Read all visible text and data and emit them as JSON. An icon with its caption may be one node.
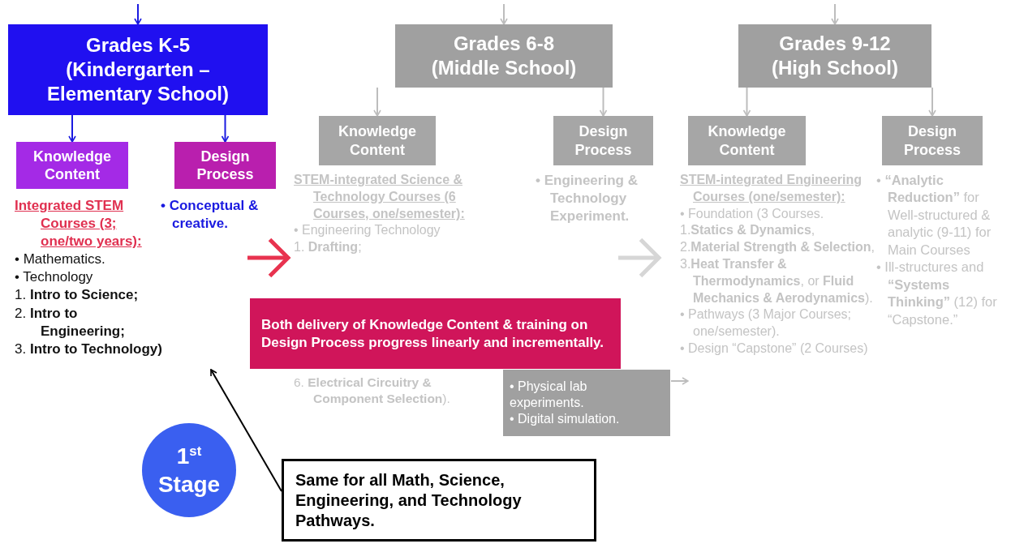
{
  "diagram": {
    "nodes": [
      {
        "text": [
          "Grades K-5 (Kindergarten – Elementary School)"
        ]
      },
      {
        "text": [
          "Grades 6-8 (Middle School)"
        ]
      },
      {
        "text": [
          "Grades 9-12 (High School)"
        ]
      },
      {
        "text": [
          "Knowledge Content"
        ],
        "beside": [
          "Integrated STEM Courses (3; one/two years):",
          "• Mathematics.",
          "• Technology",
          "1. **Intro to Science;**",
          "2. **Intro to Engineering;**",
          "3. **Intro to Technology)**"
        ]
      },
      {
        "text": [
          "Design Process"
        ],
        "beside": [
          "• Conceptual & creative."
        ]
      },
      {
        "text": [
          "Knowledge Content"
        ],
        "beside": [
          "STEM-integrated Science & Technology Courses (6 Courses, one/semester):",
          "• Engineering Technology",
          "1. **Drafting**;"
        ]
      },
      {
        "text": [
          "Design Process"
        ],
        "beside": [
          "• Engineering & Technology Experiment."
        ]
      },
      {
        "text": [
          "Knowledge Content"
        ],
        "beside": [
          "STEM-integrated Engineering Courses (one/semester):",
          "• Foundation (3 Courses.",
          "1.**Statics & Dynamics**,",
          "2.**Material Strength & Selection**,",
          "3.**Heat Transfer & Thermodynamics**, or **Fluid Mechanics & Aerodynamics**).",
          "• Pathways (3 Major Courses; one/semester).",
          "• Design “Capstone” (2 Courses)"
        ]
      },
      {
        "text": [
          "Design Process"
        ],
        "beside": [
          "• **“Analytic Reduction”** for Well-structured & analytic (9-11) for Main Courses",
          "• Ill-structures and **“Systems Thinking”** (12) for “Capstone.”"
        ]
      },
      {
        "text": [
          "• Physical lab experiments.",
          "• Digital simulation."
        ]
      },
      {
        "text": [
          "Both delivery of Knowledge Content & training on Design Process progress linearly and incrementally."
        ]
      },
      {
        "text": [
          "1$^{st}$ Stage"
        ]
      },
      {
        "text": [
          "Same for all Math, Science, Engineering, and Technology Pathways."
        ]
      }
    ],
    "edges": [
      {
        "from": null,
        "to": 0,
        "arrow": "to",
        "color": "#1a1ae0"
      },
      {
        "from": null,
        "to": 1,
        "arrow": "to"
      },
      {
        "from": null,
        "to": 2,
        "arrow": "to"
      },
      {
        "from": 0,
        "to": 3,
        "arrow": "to",
        "color": "#1a1ae0"
      },
      {
        "from": 0,
        "to": 4,
        "arrow": "to",
        "color": "#1a1ae0"
      },
      {
        "from": 1,
        "to": 5,
        "arrow": "to"
      },
      {
        "from": 1,
        "to": 6,
        "arrow": "to"
      },
      {
        "from": 2,
        "to": 7,
        "arrow": "to"
      },
      {
        "from": 2,
        "to": 8,
        "arrow": "to"
      },
      {
        "from": 12,
        "to": null,
        "arrow": "to",
        "color": "#000000"
      },
      {
        "from": 9,
        "to": null,
        "arrow": "to"
      }
    ],
    "labels": [
      "6. **Electrical Circuitry & Component Selection**)."
    ]
  }
}
